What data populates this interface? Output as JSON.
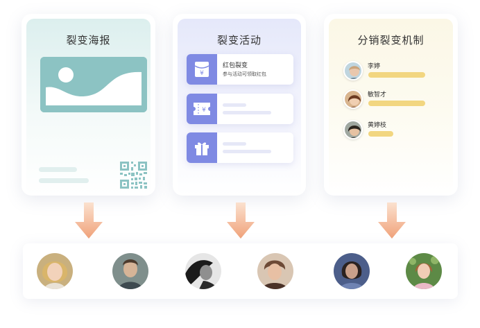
{
  "poster_card": {
    "title": "裂变海报"
  },
  "activity_card": {
    "title": "裂变活动",
    "items": [
      {
        "icon": "red-envelope-icon",
        "title": "红包裂变",
        "subtitle": "参与活动可领取红包"
      },
      {
        "icon": "coupon-icon"
      },
      {
        "icon": "gift-icon"
      }
    ]
  },
  "distribution_card": {
    "title": "分销裂变机制",
    "people": [
      {
        "name": "李婷",
        "progress": 0.72
      },
      {
        "name": "敏智才",
        "progress": 0.72
      },
      {
        "name": "黄婷枝",
        "progress": 0.32
      }
    ]
  },
  "colors": {
    "poster_accent": "#8cc3c3",
    "activity_accent": "#7f8ae3",
    "distribution_accent": "#f2d680",
    "arrow": "#f0a27a"
  },
  "users": [
    "user-1",
    "user-2",
    "user-3",
    "user-4",
    "user-5",
    "user-6"
  ]
}
